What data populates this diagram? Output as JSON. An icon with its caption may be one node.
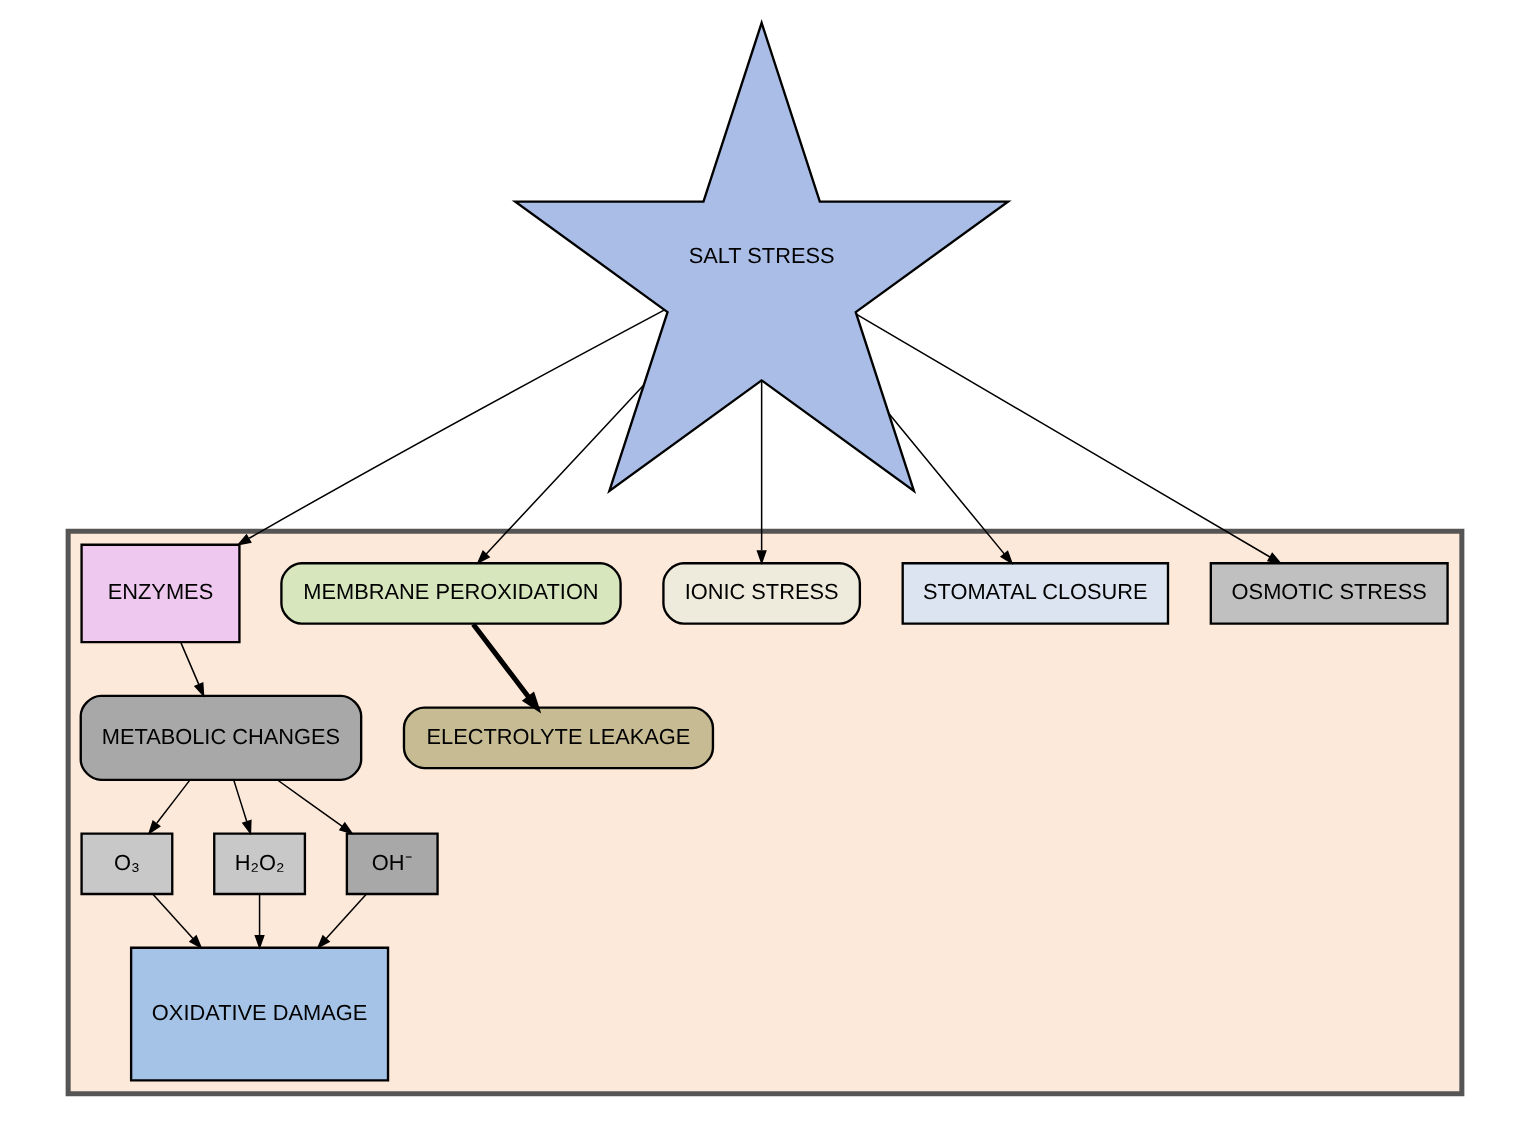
{
  "diagram": {
    "nodes": [
      {
        "text": [
          "SALT STRESS"
        ]
      },
      {
        "text": [],
        "shape": "box"
      },
      {
        "text": [
          "OSMOTIC STRESS"
        ],
        "in": 1
      },
      {
        "text": [
          "STOMATAL CLOSURE"
        ],
        "in": 1
      },
      {
        "text": [
          "IONIC STRESS"
        ],
        "in": 1
      },
      {
        "text": [
          "MEMBRANE PEROXIDATION"
        ],
        "in": 1
      },
      {
        "text": [
          "ENZYMES"
        ],
        "in": 1
      },
      {
        "text": [
          "ELECTROLYTE LEAKAGE"
        ],
        "in": 1
      },
      {
        "text": [
          "METABOLIC CHANGES"
        ],
        "in": 1
      },
      {
        "text": [
          "O₃"
        ],
        "in": 1
      },
      {
        "text": [
          "H₂O₂"
        ],
        "in": 1
      },
      {
        "text": [
          "OH⁻"
        ],
        "in": 1
      },
      {
        "text": [
          "OXIDATIVE DAMAGE"
        ],
        "in": 1
      }
    ],
    "edges": [
      {
        "from": 0,
        "to": 2,
        "arrow": "to"
      },
      {
        "from": 0,
        "to": 6,
        "arrow": "to"
      },
      {
        "from": 0,
        "to": 3,
        "arrow": "to"
      },
      {
        "from": 0,
        "to": 4,
        "arrow": "to"
      },
      {
        "from": 0,
        "to": 5,
        "arrow": "to"
      },
      {
        "from": 5,
        "to": 7,
        "arrow": "to",
        "style": "thick"
      },
      {
        "from": 6,
        "to": 8,
        "arrow": "to"
      },
      {
        "from": 8,
        "to": 9,
        "arrow": "to"
      },
      {
        "from": 8,
        "to": 10,
        "arrow": "to"
      },
      {
        "from": 8,
        "to": 11,
        "arrow": "to"
      },
      {
        "from": 9,
        "to": 12,
        "arrow": "to"
      },
      {
        "from": 10,
        "to": 12,
        "arrow": "to"
      },
      {
        "from": 11,
        "to": 12,
        "arrow": "to"
      }
    ]
  }
}
